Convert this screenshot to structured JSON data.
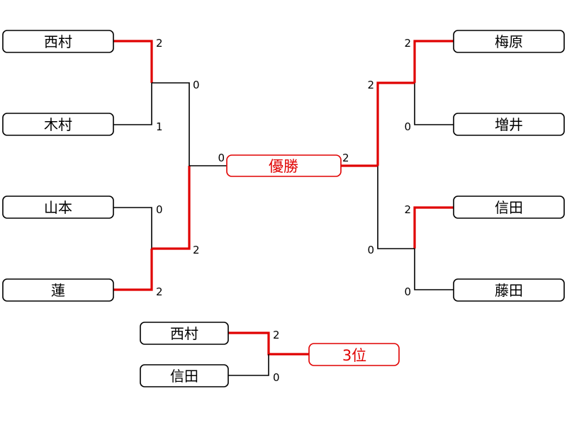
{
  "colors": {
    "winner_line": "#e00000",
    "line": "#000000"
  },
  "left": {
    "players": [
      "西村",
      "木村",
      "山本",
      "蓮"
    ],
    "r1_scores": [
      "2",
      "1",
      "0",
      "2"
    ],
    "r2_scores": [
      "0",
      "2"
    ]
  },
  "right": {
    "players": [
      "梅原",
      "増井",
      "信田",
      "藤田"
    ],
    "r1_scores": [
      "2",
      "0",
      "2",
      "0"
    ],
    "r2_scores": [
      "2",
      "0"
    ]
  },
  "final": {
    "label": "優勝",
    "left_score": "0",
    "right_score": "2"
  },
  "third_place": {
    "label": "3位",
    "players": [
      "西村",
      "信田"
    ],
    "scores": [
      "2",
      "0"
    ]
  }
}
